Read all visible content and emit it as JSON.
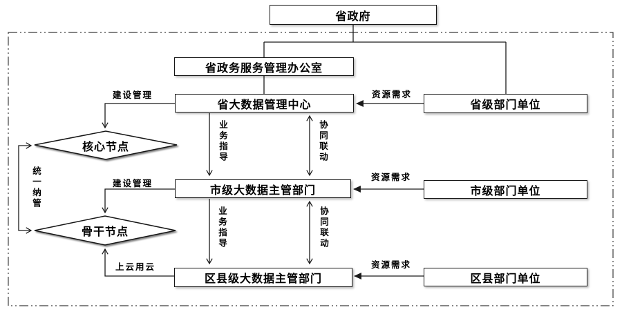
{
  "diagram": {
    "nodes": {
      "gov": "省政府",
      "office": "省政务服务管理办公室",
      "prov_center": "省大数据管理中心",
      "prov_depts": "省级部门单位",
      "muni_dept": "市级大数据主管部门",
      "muni_depts": "市级部门单位",
      "county_dept": "区县级大数据主管部门",
      "county_depts": "区县部门单位",
      "core_node": "核心节点",
      "backbone_node": "骨干节点"
    },
    "edges": {
      "construction": "建设管理",
      "resource": "资源需求",
      "guidance": "业务指导",
      "coordination": "协同联动",
      "cloud": "上云用云",
      "unified": "统一纳管"
    },
    "colors": {
      "line": "#1a1a1a",
      "border": "#161616",
      "background": "#ffffff",
      "text": "#000000"
    }
  }
}
